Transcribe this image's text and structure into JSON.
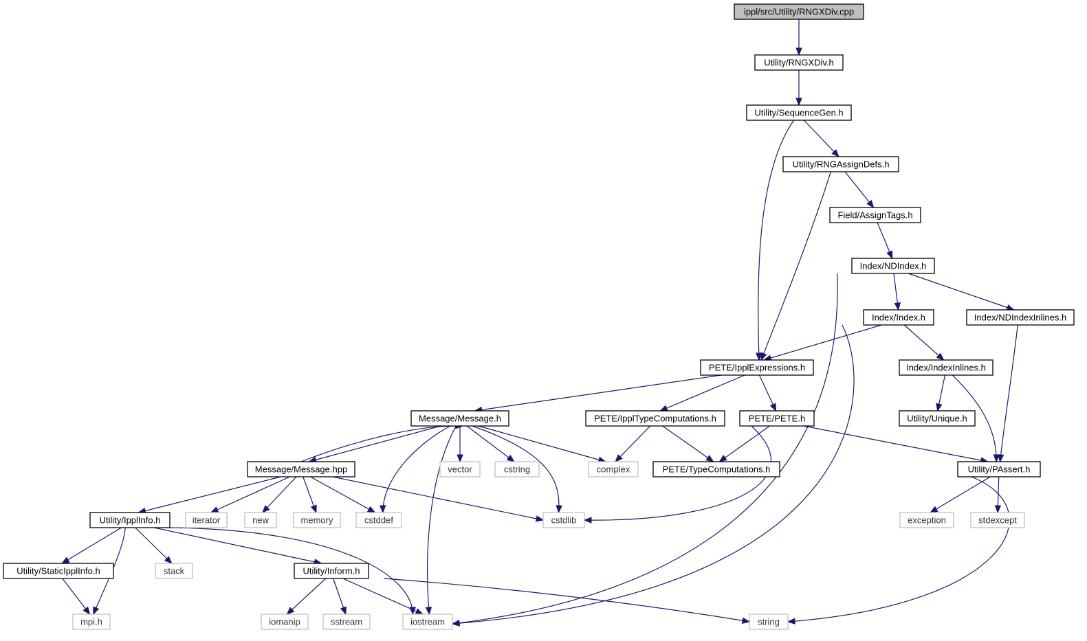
{
  "colors": {
    "edge": "#191970",
    "root_fill": "#bfbfbf",
    "system_border": "#bfbfbf",
    "local_border": "#000000"
  },
  "nodes": [
    {
      "id": "root",
      "label": "ippl/src/Utility/RNGXDiv.cpp",
      "kind": "root"
    },
    {
      "id": "rngxdiv_h",
      "label": "Utility/RNGXDiv.h",
      "kind": "local"
    },
    {
      "id": "seqgen",
      "label": "Utility/SequenceGen.h",
      "kind": "local"
    },
    {
      "id": "rngassign",
      "label": "Utility/RNGAssignDefs.h",
      "kind": "local"
    },
    {
      "id": "assigntags",
      "label": "Field/AssignTags.h",
      "kind": "local"
    },
    {
      "id": "ndindex",
      "label": "Index/NDIndex.h",
      "kind": "local"
    },
    {
      "id": "index",
      "label": "Index/Index.h",
      "kind": "local"
    },
    {
      "id": "ndindexinl",
      "label": "Index/NDIndexInlines.h",
      "kind": "local"
    },
    {
      "id": "ipplexpr",
      "label": "PETE/IpplExpressions.h",
      "kind": "local"
    },
    {
      "id": "indexinl",
      "label": "Index/IndexInlines.h",
      "kind": "local"
    },
    {
      "id": "unique",
      "label": "Utility/Unique.h",
      "kind": "local"
    },
    {
      "id": "message",
      "label": "Message/Message.h",
      "kind": "local"
    },
    {
      "id": "ippltype",
      "label": "PETE/IpplTypeComputations.h",
      "kind": "local"
    },
    {
      "id": "pete",
      "label": "PETE/PETE.h",
      "kind": "local"
    },
    {
      "id": "messagehpp",
      "label": "Message/Message.hpp",
      "kind": "local"
    },
    {
      "id": "vector",
      "label": "vector",
      "kind": "sys"
    },
    {
      "id": "cstring",
      "label": "cstring",
      "kind": "sys"
    },
    {
      "id": "complex",
      "label": "complex",
      "kind": "sys"
    },
    {
      "id": "typecomp",
      "label": "PETE/TypeComputations.h",
      "kind": "local"
    },
    {
      "id": "passert",
      "label": "Utility/PAssert.h",
      "kind": "local"
    },
    {
      "id": "ipplinfo",
      "label": "Utility/IpplInfo.h",
      "kind": "local"
    },
    {
      "id": "iterator",
      "label": "iterator",
      "kind": "sys"
    },
    {
      "id": "new",
      "label": "new",
      "kind": "sys"
    },
    {
      "id": "memory",
      "label": "memory",
      "kind": "sys"
    },
    {
      "id": "cstddef",
      "label": "cstddef",
      "kind": "sys"
    },
    {
      "id": "cstdlib",
      "label": "cstdlib",
      "kind": "sys"
    },
    {
      "id": "exception",
      "label": "exception",
      "kind": "sys"
    },
    {
      "id": "stdexcept",
      "label": "stdexcept",
      "kind": "sys"
    },
    {
      "id": "staticippl",
      "label": "Utility/StaticIpplInfo.h",
      "kind": "local"
    },
    {
      "id": "stack",
      "label": "stack",
      "kind": "sys"
    },
    {
      "id": "inform",
      "label": "Utility/Inform.h",
      "kind": "local"
    },
    {
      "id": "mpi",
      "label": "mpi.h",
      "kind": "sys"
    },
    {
      "id": "iomanip",
      "label": "iomanip",
      "kind": "sys"
    },
    {
      "id": "sstream",
      "label": "sstream",
      "kind": "sys"
    },
    {
      "id": "iostream",
      "label": "iostream",
      "kind": "sys"
    },
    {
      "id": "string",
      "label": "string",
      "kind": "sys"
    }
  ],
  "edges": [
    [
      "root",
      "rngxdiv_h"
    ],
    [
      "rngxdiv_h",
      "seqgen"
    ],
    [
      "seqgen",
      "ipplexpr"
    ],
    [
      "seqgen",
      "rngassign"
    ],
    [
      "rngassign",
      "ipplexpr"
    ],
    [
      "rngassign",
      "assigntags"
    ],
    [
      "assigntags",
      "ndindex"
    ],
    [
      "ndindex",
      "iostream"
    ],
    [
      "ndindex",
      "index"
    ],
    [
      "ndindex",
      "ndindexinl"
    ],
    [
      "index",
      "ipplexpr"
    ],
    [
      "index",
      "iostream"
    ],
    [
      "index",
      "indexinl"
    ],
    [
      "ndindexinl",
      "passert"
    ],
    [
      "indexinl",
      "unique"
    ],
    [
      "indexinl",
      "passert"
    ],
    [
      "ipplexpr",
      "message"
    ],
    [
      "ipplexpr",
      "ippltype"
    ],
    [
      "ipplexpr",
      "pete"
    ],
    [
      "message",
      "messagehpp"
    ],
    [
      "message",
      "cstddef"
    ],
    [
      "message",
      "iostream"
    ],
    [
      "message",
      "vector"
    ],
    [
      "message",
      "cstring"
    ],
    [
      "message",
      "cstdlib"
    ],
    [
      "message",
      "complex"
    ],
    [
      "ippltype",
      "complex"
    ],
    [
      "ippltype",
      "typecomp"
    ],
    [
      "pete",
      "typecomp"
    ],
    [
      "pete",
      "cstdlib"
    ],
    [
      "pete",
      "passert"
    ],
    [
      "messagehpp",
      "message"
    ],
    [
      "messagehpp",
      "ipplinfo"
    ],
    [
      "messagehpp",
      "iterator"
    ],
    [
      "messagehpp",
      "new"
    ],
    [
      "messagehpp",
      "memory"
    ],
    [
      "messagehpp",
      "cstddef"
    ],
    [
      "messagehpp",
      "cstdlib"
    ],
    [
      "passert",
      "exception"
    ],
    [
      "passert",
      "stdexcept"
    ],
    [
      "passert",
      "string"
    ],
    [
      "ipplinfo",
      "staticippl"
    ],
    [
      "ipplinfo",
      "mpi"
    ],
    [
      "ipplinfo",
      "stack"
    ],
    [
      "ipplinfo",
      "inform"
    ],
    [
      "ipplinfo",
      "iostream"
    ],
    [
      "staticippl",
      "mpi"
    ],
    [
      "inform",
      "iomanip"
    ],
    [
      "inform",
      "sstream"
    ],
    [
      "inform",
      "iostream"
    ],
    [
      "inform",
      "string"
    ]
  ]
}
